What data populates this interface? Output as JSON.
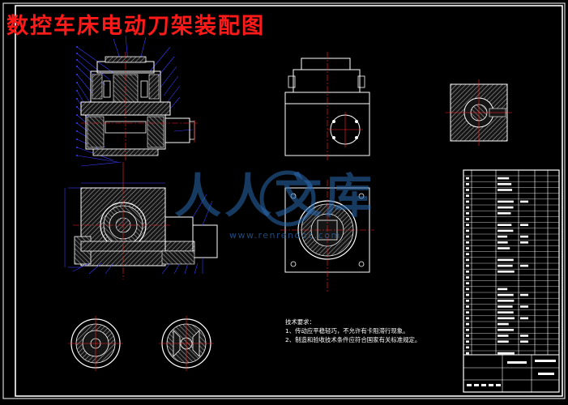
{
  "title": "数控车床电动刀架装配图",
  "technical_requirements": {
    "heading": "技术要求：",
    "items": [
      "1、传动应平稳轻巧，不允许有卡阻滞行现象。",
      "2、制造和验收技术条件应符合国家有关标准规定。"
    ]
  },
  "watermark": {
    "text": "人人文库",
    "url": "www.renrendoc.com"
  },
  "colors": {
    "background": "#000000",
    "title": "#ff1a1a",
    "lines": "#ffffff",
    "centerline": "#ff2020",
    "leader": "#3a3aff",
    "hatch": "#9a9a9a",
    "watermark": "#2a6ab0"
  }
}
